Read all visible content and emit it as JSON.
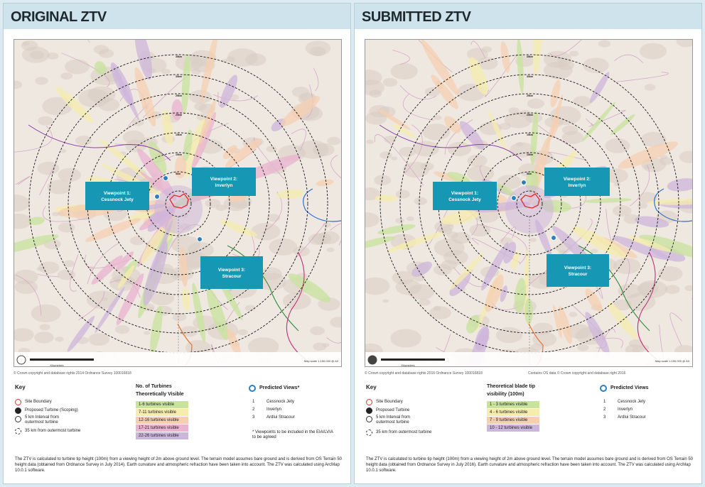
{
  "left": {
    "title": "ORIGINAL ZTV",
    "caption": "© Crown copyright and database rights 2014 Ordnance Survey 100016818",
    "key_heading": "Key",
    "key_items": [
      "Site Boundary",
      "Proposed Turbine (Scoping)",
      "5 km Interval from outermost turbine",
      "35 km from outermost turbine"
    ],
    "legend_heading_1": "No. of Turbines",
    "legend_heading_2": "Theoretically Visible",
    "legend_items": [
      "1-6 turbines visible",
      "7-11 turbines visible",
      "12-16 turbines visible",
      "17-21 turbines visible",
      "22-26 turbines visible"
    ],
    "legend_colors": [
      "#c7e39c",
      "#f6ecae",
      "#f5cfb0",
      "#eab3cf",
      "#cdb6db"
    ],
    "pv_heading": "Predicted Views*",
    "pv_items": [
      {
        "n": "1",
        "label": "Cessnock Jety"
      },
      {
        "n": "2",
        "label": "Inverlyn"
      },
      {
        "n": "3",
        "label": "Ardlui Stracour"
      }
    ],
    "pv_note": "* Viewpoints to be included in the EIA/LVIA to be agreed",
    "note": "The ZTV is calculated to turbine tip height (100m) from a viewing height of 2m above ground level. The terrain model assumes bare ground and is derived from OS Terrain 50 height data (obtained from Ordnance Survey in July 2014). Earth curvature and atmospheric refraction have been taken into account. The ZTV was calculated using ArcMap 10.0.1 software.",
    "viewpoints": [
      {
        "line1": "Viewpoint 1:",
        "line2": "Cessnock Jety"
      },
      {
        "line1": "Viewpoint 2:",
        "line2": "Inverlyn"
      },
      {
        "line1": "Viewpoint 3:",
        "line2": "Stracour"
      }
    ],
    "ring_labels": [
      "5km",
      "10km",
      "15km",
      "20km",
      "25km",
      "30km",
      "35km"
    ],
    "scale_text": "Kilometres",
    "map_credit": "Map scale 1:150,000 @ A3"
  },
  "right": {
    "title": "SUBMITTED ZTV",
    "caption": "© Crown copyright and database rights 2016 Ordnance Survey 100016818",
    "caption2": "Contains OS data © Crown copyright and database right 2016",
    "key_heading": "Key",
    "key_items": [
      "Site Boundary",
      "Proposed Turbine",
      "5 km Interval from outermost turbine",
      "35 km from outermost turbine"
    ],
    "legend_heading_1": "Theoretical blade tip",
    "legend_heading_2": "visibility (100m)",
    "legend_items": [
      "1 - 3 turbines visible",
      "4 - 6 turbines visible",
      "7 - 9 turbines visible",
      "10 - 12 turbines visible"
    ],
    "legend_colors": [
      "#c7e39c",
      "#f6ecae",
      "#f5cfb0",
      "#cdb6db"
    ],
    "pv_heading": "Predicted Views",
    "pv_items": [
      {
        "n": "1",
        "label": "Cessnock Jety"
      },
      {
        "n": "2",
        "label": "Inverlyn"
      },
      {
        "n": "3",
        "label": "Ardlui Stracour"
      }
    ],
    "note": "The ZTV is calculated to turbine tip height (100m) from a viewing height of 2m above ground level. The terrain model assumes bare ground and is derived from OS Terrain 50 height data (obtained from Ordnance Survey in July 2016). Earth curvature and atmospheric refraction have been taken into account. The ZTV was calculated using ArcMap 10.0.1 software.",
    "viewpoints": [
      {
        "line1": "Viewpoint 1:",
        "line2": "Cessnock Jety"
      },
      {
        "line1": "Viewpoint 2:",
        "line2": "Inverlyn"
      },
      {
        "line1": "Viewpoint 3:",
        "line2": "Stracour"
      }
    ],
    "ring_labels": [
      "5km",
      "10km",
      "15km",
      "20km",
      "25km",
      "30km",
      "35km"
    ],
    "scale_text": "Kilometres",
    "map_credit": "Map scale 1:150,000 @ A3"
  },
  "colors": {
    "viewpoint_box": "#1697b3",
    "site_boundary": "#e1312b",
    "ring": "#1a1a1a",
    "header_bg": "#cfe3ec"
  }
}
